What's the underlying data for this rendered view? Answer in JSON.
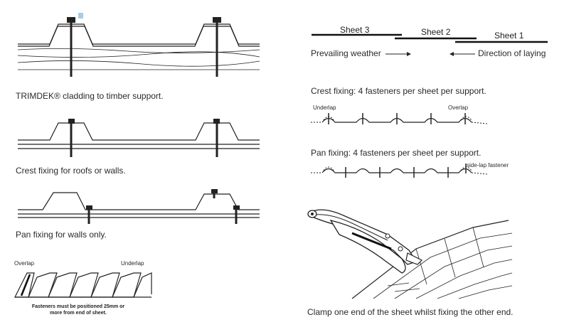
{
  "panels": {
    "timber": {
      "caption": "TRIMDEK® cladding to timber support."
    },
    "crest_roof": {
      "caption": "Crest fixing for roofs or walls."
    },
    "pan_wall": {
      "caption": "Pan fixing for walls only."
    },
    "profile": {
      "overlap_label": "Overlap",
      "underlap_label": "Underlap",
      "note_line1": "Fasteners must be positioned 25mm or",
      "note_line2": "more from end of sheet."
    },
    "laying": {
      "sheet3": "Sheet 3",
      "sheet2": "Sheet 2",
      "sheet1": "Sheet 1",
      "prevailing": "Prevailing weather",
      "direction": "Direction of laying"
    },
    "crest_fixing": {
      "caption": "Crest fixing: 4 fasteners per sheet per support.",
      "underlap_label": "Underlap",
      "overlap_label": "Overlap"
    },
    "pan_fixing": {
      "caption": "Pan fixing: 4 fasteners per sheet per support.",
      "sidelap_label": "side-lap fastener"
    },
    "clamp": {
      "caption": "Clamp one end of the sheet whilst fixing the other end."
    }
  },
  "colors": {
    "line": "#222222",
    "marker": "#a9cce3"
  },
  "icons": [
    "screw-icon",
    "arrow-right-icon",
    "arrow-left-icon",
    "clamp-pliers-icon"
  ]
}
